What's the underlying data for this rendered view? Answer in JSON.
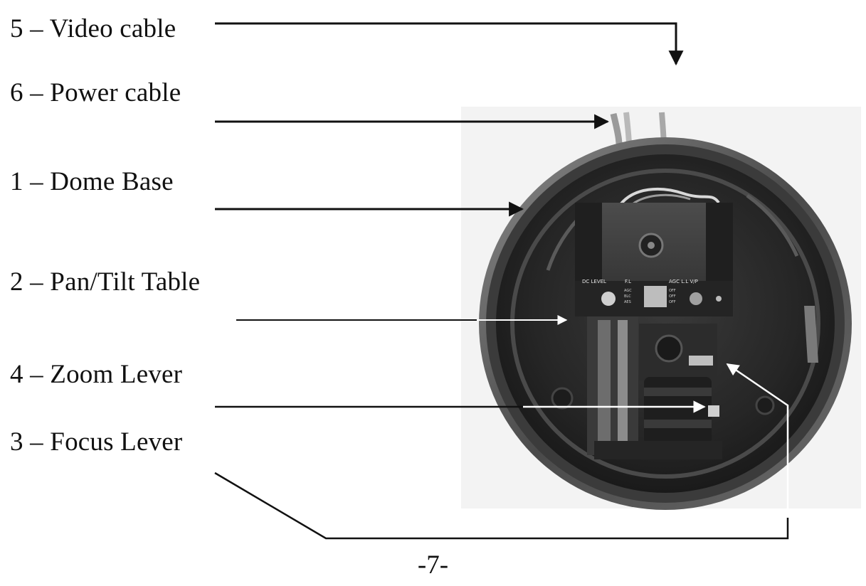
{
  "labels": [
    {
      "key": "video",
      "text": "5 – Video  cable"
    },
    {
      "key": "power",
      "text": "6 – Power  cable"
    },
    {
      "key": "dome",
      "text": "1 – Dome  Base"
    },
    {
      "key": "pantilt",
      "text": "2 – Pan/Tilt  Table"
    },
    {
      "key": "zoom",
      "text": "4 – Zoom  Lever"
    },
    {
      "key": "focus",
      "text": "3 – Focus Lever"
    }
  ],
  "dial_labels": {
    "left": "DC LEVEL",
    "fl": "F.L",
    "fl_options": [
      "AGC",
      "BLC",
      "AES"
    ],
    "right": "AGC  L.L  V/P",
    "right_options": [
      "OFF",
      "OFF",
      "OFF"
    ]
  },
  "page_number": "-7-",
  "colors": {
    "ink": "#111111",
    "white_leader": "#ffffff",
    "dome_dark": "#2b2b2b",
    "dome_mid": "#555555",
    "photo_bg": "#f1f1f1"
  }
}
